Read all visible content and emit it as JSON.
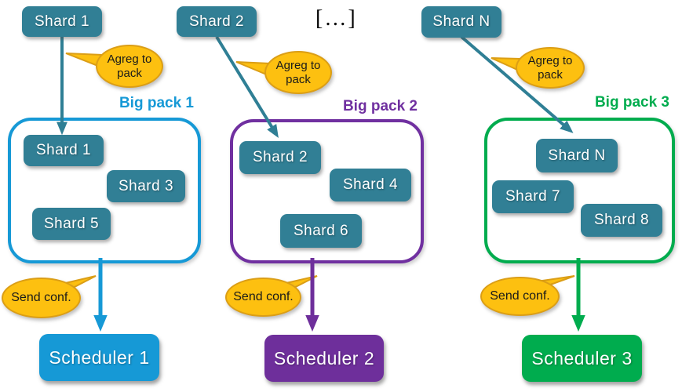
{
  "ellipsis_label": "[…]",
  "colors": {
    "shard_teal": "#317F95",
    "accent_blue": "#1699D6",
    "accent_purple": "#7030A0",
    "accent_green": "#00AC4E",
    "bubble_fill": "#FDC010",
    "bubble_border": "#DB9E16"
  },
  "columns": [
    {
      "source_shard": "Shard 1",
      "agreg_bubble": "Agreg to pack",
      "pack_title": "Big pack 1",
      "pack_shards": [
        "Shard 1",
        "Shard 3",
        "Shard 5"
      ],
      "send_bubble": "Send conf.",
      "scheduler": "Scheduler 1",
      "accent_color": "#1699D6"
    },
    {
      "source_shard": "Shard 2",
      "agreg_bubble": "Agreg to pack",
      "pack_title": "Big pack 2",
      "pack_shards": [
        "Shard 2",
        "Shard 4",
        "Shard 6"
      ],
      "send_bubble": "Send conf.",
      "scheduler": "Scheduler 2",
      "accent_color": "#7030A0"
    },
    {
      "source_shard": "Shard N",
      "agreg_bubble": "Agreg to pack",
      "pack_title": "Big pack 3",
      "pack_shards": [
        "Shard N",
        "Shard 7",
        "Shard 8"
      ],
      "send_bubble": "Send conf.",
      "scheduler": "Scheduler 3",
      "accent_color": "#00AC4E"
    }
  ]
}
